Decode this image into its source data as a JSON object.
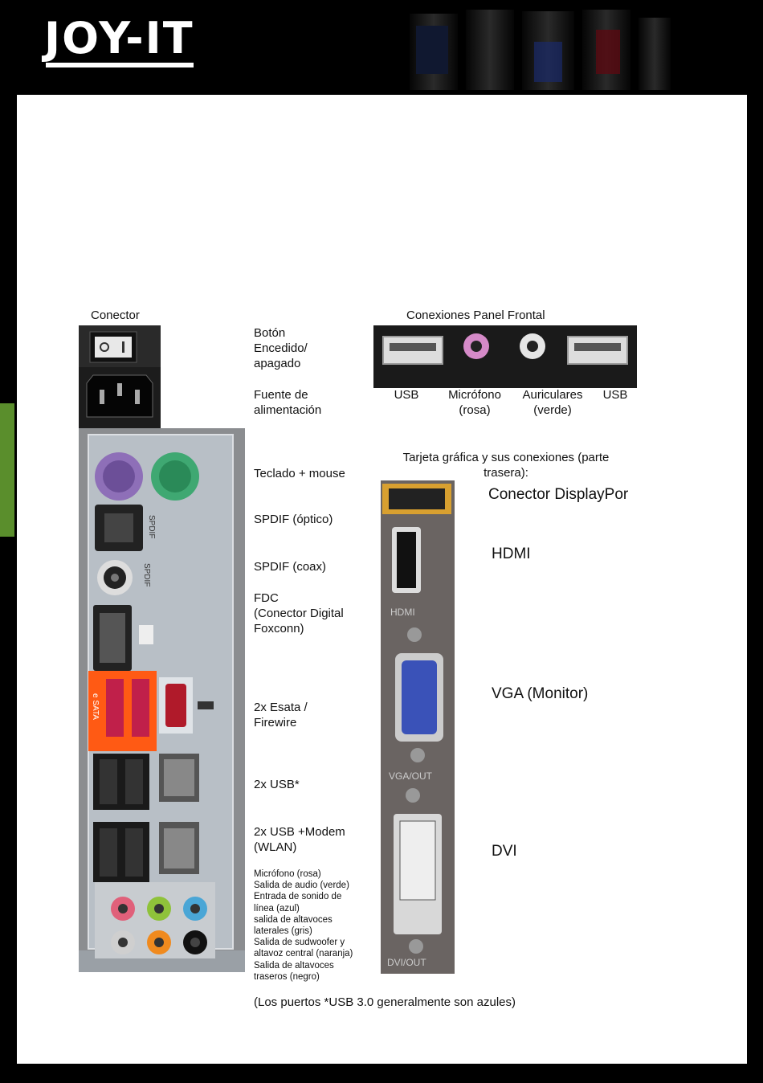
{
  "header": {
    "logo_text": "JOY-IT"
  },
  "left_panel": {
    "connector_title": "Conector",
    "labels": [
      "Botón\nEncedido/\napagado",
      "Fuente de\nalimentación",
      "Teclado + mouse",
      "SPDIF (óptico)",
      "SPDIF (coax)",
      "FDC\n(Conector Digital\nFoxconn)",
      "2x Esata /\nFirewire",
      "2x USB*",
      "2x USB +Modem\n(WLAN)"
    ],
    "audio_labels": [
      "Micrófono (rosa)",
      "Salida de audio (verde)",
      "Entrada de sonido de",
      "línea (azul)",
      "salida de altavoces",
      "laterales (gris)",
      "Salida de sudwoofer y",
      "altavoz central (naranja)",
      "Salida de altavoces",
      "traseros (negro)"
    ],
    "panel_marks": {
      "spdif": "SPDIF",
      "esata": "e SATA"
    },
    "footnote": "(Los puertos *USB 3.0 generalmente son azules)"
  },
  "front_panel": {
    "title": "Conexiones Panel Frontal",
    "ports": [
      {
        "name": "USB",
        "sub": ""
      },
      {
        "name": "Micrófono",
        "sub": "(rosa)"
      },
      {
        "name": "Auriculares",
        "sub": "(verde)"
      },
      {
        "name": "USB",
        "sub": ""
      }
    ]
  },
  "graphics_card": {
    "title": "Tarjeta gráfica y sus conexiones (parte\ntrasera):",
    "ports": [
      "Conector DisplayPor",
      "HDMI",
      "VGA (Monitor)",
      "DVI"
    ],
    "bracket_marks": {
      "hdmi": "HDMI",
      "vga": "VGA/OUT",
      "dvi": "DVI/OUT"
    }
  },
  "colors": {
    "accent_green": "#5a8e2c",
    "esata_orange": "#ff5a14",
    "ps2_purple": "#8e6fb8",
    "ps2_green": "#3fa872",
    "audio_pink": "#e0607a",
    "audio_green": "#8fc23a",
    "audio_blue": "#4aa6d6",
    "audio_orange": "#f08a1e",
    "vga_blue": "#3a52b8"
  }
}
